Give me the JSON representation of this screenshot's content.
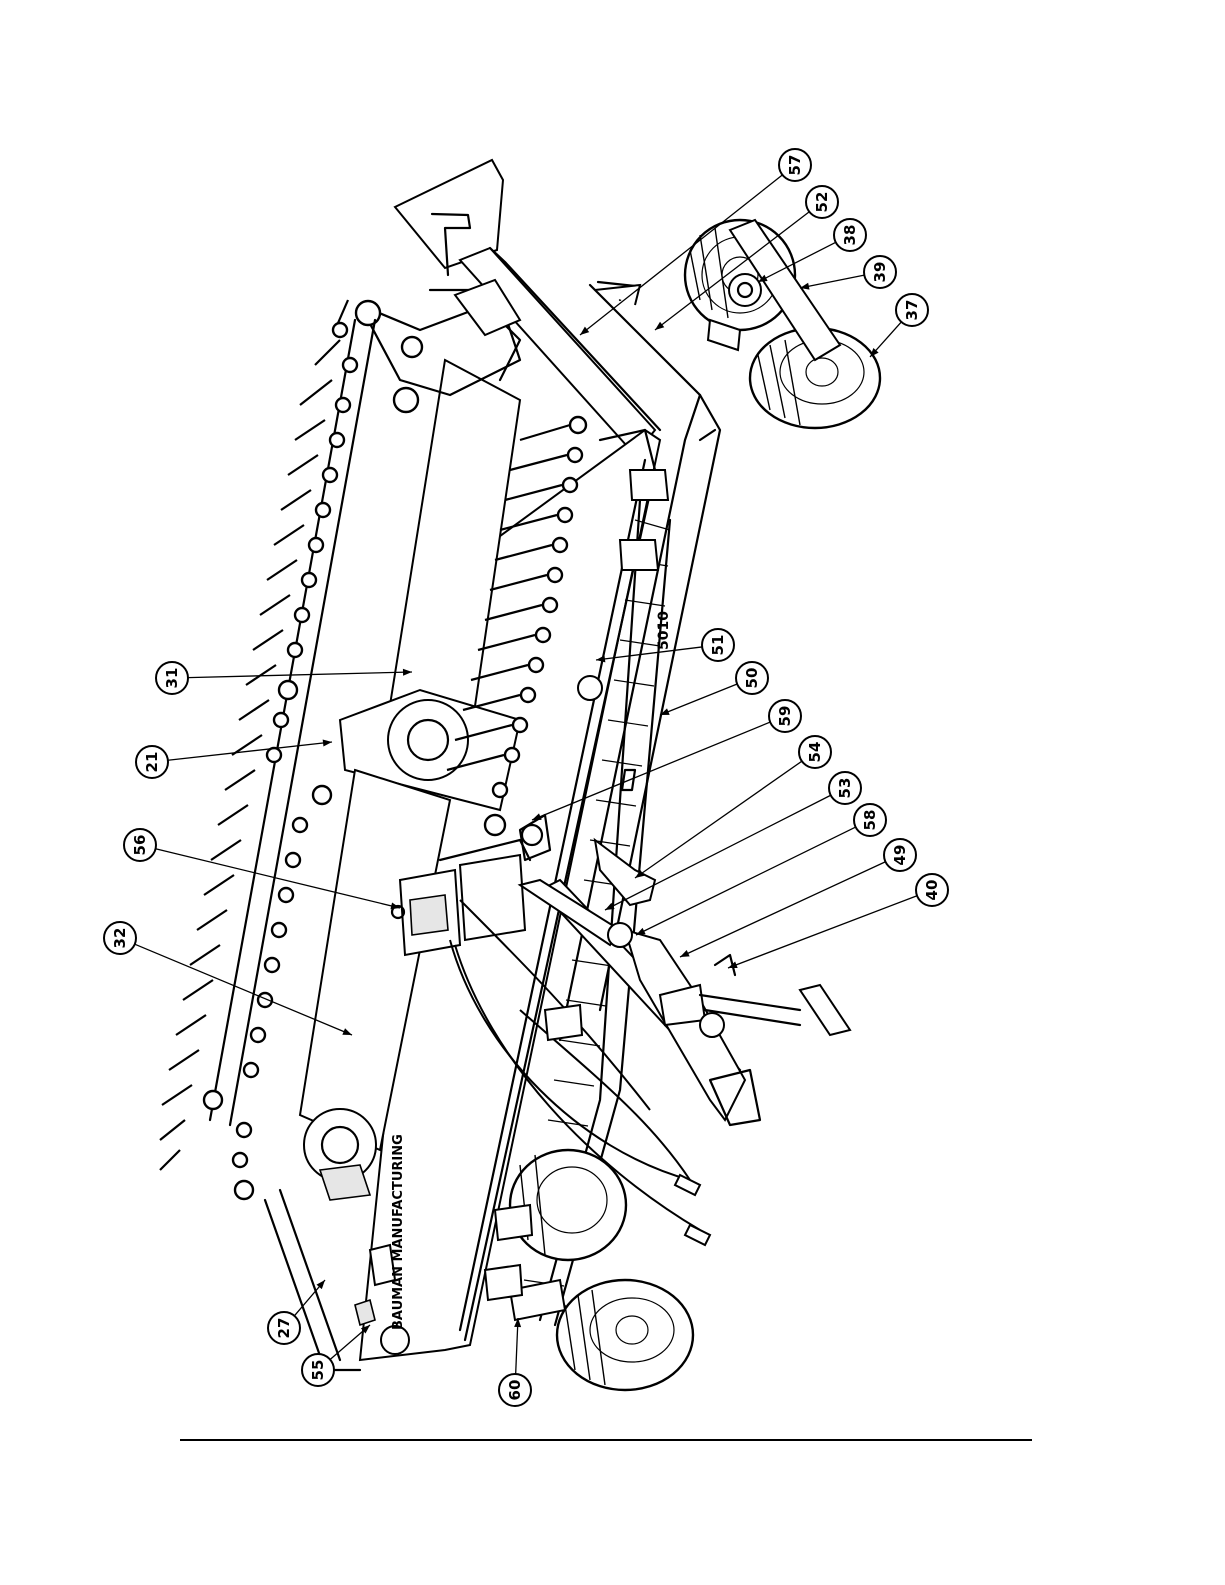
{
  "diagram": {
    "brand_text": "BAUMAN MANUFACTURING",
    "model_text": "5010",
    "callouts": [
      {
        "label": "57"
      },
      {
        "label": "52"
      },
      {
        "label": "38"
      },
      {
        "label": "39"
      },
      {
        "label": "37"
      },
      {
        "label": "51"
      },
      {
        "label": "31"
      },
      {
        "label": "50"
      },
      {
        "label": "59"
      },
      {
        "label": "21"
      },
      {
        "label": "54"
      },
      {
        "label": "53"
      },
      {
        "label": "56"
      },
      {
        "label": "58"
      },
      {
        "label": "49"
      },
      {
        "label": "32"
      },
      {
        "label": "40"
      },
      {
        "label": "27"
      },
      {
        "label": "55"
      },
      {
        "label": "60"
      }
    ]
  }
}
